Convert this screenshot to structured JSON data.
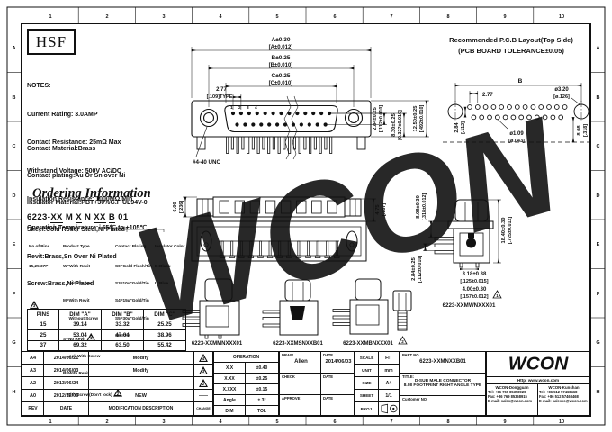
{
  "sheet": {
    "watermark": "WCON"
  },
  "frame": {
    "cols": [
      "1",
      "2",
      "3",
      "4",
      "5",
      "6",
      "7",
      "8",
      "9",
      "10"
    ],
    "rows": [
      "A",
      "B",
      "C",
      "D",
      "E",
      "F",
      "G",
      "H"
    ]
  },
  "logo": {
    "text": "HSF"
  },
  "notes": {
    "title": "NOTES:",
    "lines": [
      "Current Rating: 3.0AMP",
      "Contact Resistance: 25mΩ Max",
      "Withstand Voltage: 500V AC/DC",
      "Insulation Resistance: 1000MΩ Min",
      "Operation Temperature: -55℃ to +105℃"
    ]
  },
  "materials": {
    "lines": [
      "Contact Material:Brass",
      "Contact plating:Au Or Sn over Ni",
      "Insulator Material:PBT+30%G.F UL94V-0",
      "Sheel:Cold Roller Steel,Ni Plated",
      "Revit:Brass,Sn Over Ni Plated",
      "Screw:Brass,Ni Plated"
    ]
  },
  "ordering": {
    "title": "Ordering Information",
    "code": {
      "prefix": "6223-",
      "pins": "XX",
      "m": " M ",
      "type": "X",
      "n": " N ",
      "plating": "XX",
      "sp": " ",
      "color": "B",
      "suffix": " 01"
    },
    "tri1": "1",
    "tri2": "2",
    "pins": {
      "label": "No.of Pins",
      "value": "15,25,37P"
    },
    "type": {
      "label": "Product Type",
      "lines": [
        "W=With Revit",
        "     With Screw",
        "M=With Revit",
        "     Without Screw",
        "S=No Revit",
        "   Lock With Screw",
        "B=With Revit",
        "   With Screw(Don't lock)"
      ]
    },
    "plating": {
      "label": "Contact Plating",
      "lines": [
        "S0=Gold Flash/Tin",
        "S3=10u\"Gold/Tin",
        "S4=15u\"Gold/Tin",
        "S5=30u\"Gold/Tin",
        "SM=Tin"
      ]
    },
    "color": {
      "label": "Insulator Color",
      "lines": [
        "B:Black",
        "U:Blue"
      ]
    }
  },
  "dim_table": {
    "mark": "3",
    "headers": [
      "PINS",
      "DIM \"A\"",
      "DIM \"B\"",
      "DIM \"C\""
    ],
    "rows": [
      [
        "15",
        "39.14",
        "33.32",
        "25.25"
      ],
      [
        "25",
        "53.04",
        "47.04",
        "38.96"
      ],
      [
        "37",
        "69.32",
        "63.50",
        "55.42"
      ]
    ]
  },
  "revisions": {
    "headers": {
      "rev": "REV",
      "date": "DATE",
      "desc": "MODIFICATION  DESCRIPTION",
      "mark": "CHANGE"
    },
    "rows": [
      {
        "rev": "A4",
        "date": "2014/06/21",
        "desc": "Modify",
        "mark": "4"
      },
      {
        "rev": "A3",
        "date": "2014/06/03",
        "desc": "Modify",
        "mark": "3"
      },
      {
        "rev": "A2",
        "date": "2013/06/24",
        "desc": "",
        "mark": "2"
      },
      {
        "rev": "A0",
        "date": "2012/12/06",
        "desc": "NEW",
        "mark": "——"
      }
    ]
  },
  "titleblock": {
    "operation": "OPERATION",
    "tol_rows": [
      {
        "dim": "X.X",
        "tol": "±0.40"
      },
      {
        "dim": "X.XX",
        "tol": "±0.25"
      },
      {
        "dim": "X.XXX",
        "tol": "±0.15"
      },
      {
        "dim": "Angle",
        "tol": "± 3°"
      }
    ],
    "dim": "DIM",
    "tol": "TOL",
    "draw": "DRAW",
    "draw_name": "Allen",
    "date": "DATE",
    "draw_date": "2014/06/03",
    "check": "CHECK",
    "approve": "APPROVE",
    "scale": "SCALE",
    "scale_v": "FIT",
    "unit": "UNIT",
    "unit_v": "mm",
    "size": "SIZE",
    "size_v": "A4",
    "sheet": "SHEET",
    "sheet_v": "1/1",
    "proj": "PROJ.",
    "part_label": "PART NO.",
    "part_no": "6223-XXMNXXB01",
    "title_label": "TITLE:",
    "title1": "D-SUB MALE CONNECTOR",
    "title2": "8.08 FOOTPRINT RIGHT ANGLE TYPE",
    "customer": "Customer NO."
  },
  "company": {
    "logo": "WCON",
    "website": "Http:  www.wcon.com",
    "offices": [
      {
        "name": "WCON-Dongguan",
        "tel": "Tel: +86 769 85358920",
        "fax": "Fax: +86 769 85358915",
        "email": "E-mail: sales@wcon.com"
      },
      {
        "name": "WCON-Kunshan",
        "tel": "Tel: +86 512 57468468",
        "fax": "Fax: +86 512 57468468",
        "email": "E-mail: salesks@wcon.com"
      }
    ]
  },
  "front": {
    "dim_a": "A±0.30",
    "dim_a_in": "[A±0.012]",
    "dim_b": "B±0.25",
    "dim_b_in": "[B±0.010]",
    "dim_c": "C±0.25",
    "dim_c_in": "[C±0.010]",
    "pitch": "2.77",
    "pitch_in": "[.109]TYPE",
    "pin1": "1",
    "pin2": "2",
    "pin3": "3",
    "pin4": "4",
    "thread": "#4-40 UNC",
    "row_gap": "2.84±0.25",
    "row_gap_in": "[.112±0.010]",
    "d830": "8.30±0.25",
    "d830_in": "[0.327±0.010]",
    "d1250": "12.50±0.25",
    "d1250_in": "[.492±0.010]"
  },
  "pcb": {
    "title1": "Recommended P.C.B Layout(Top Side)",
    "title2": "(PCB BOARD TOLERANCE±0.05)",
    "dim_b": "B",
    "pitch": "2.77",
    "hole_big": "ø3.20",
    "hole_big_in": "[ø.126]",
    "hole_small": "ø1.09",
    "hole_small_in": "[ø.043]",
    "row_gap": "2.84",
    "row_gap_in": "[.112]",
    "edge": "8.08",
    "edge_in": "[.318]"
  },
  "rear": {
    "h1": "6.00",
    "h1_in": "[.236]",
    "h2": "4.75",
    "h2_in": "[.187]"
  },
  "side": {
    "d808": "8.08±0.30",
    "d808_in": "[.318±0.012]",
    "d1840": "18.40±0.30",
    "d1840_in": "[.725±0.012]",
    "d284": "2.84±0.25",
    "d284_in": "[.112±0.010]",
    "d318": "3.18±0.38",
    "d318_in": "[.125±0.015]",
    "d400": "4.00±0.30",
    "d400_in": "[.157±0.012]",
    "tri": "1",
    "label": "6223-XXMWNXXX01"
  },
  "variants": {
    "v1": "6223-XXMMNXXX01",
    "v2": "6223-XXMSNXXB01",
    "v3": "6223-XXMBNXXX01",
    "tri": "2"
  }
}
